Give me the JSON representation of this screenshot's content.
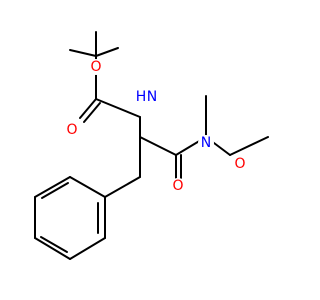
{
  "molecule": {
    "atoms": [
      {
        "id": "N1",
        "label": "N",
        "element": "nitrogen",
        "color": "#0000ff"
      },
      {
        "id": "N2",
        "label": "N",
        "element": "nitrogen",
        "color": "#0000ff"
      },
      {
        "id": "O1",
        "label": "O",
        "element": "oxygen",
        "color": "#ff0000"
      },
      {
        "id": "O2",
        "label": "O",
        "element": "oxygen",
        "color": "#ff0000"
      },
      {
        "id": "O3",
        "label": "O",
        "element": "oxygen",
        "color": "#ff0000"
      },
      {
        "id": "O4",
        "label": "O",
        "element": "oxygen",
        "color": "#ff0000"
      }
    ],
    "hydrogen_label": "H",
    "bond_color": "#000000"
  }
}
